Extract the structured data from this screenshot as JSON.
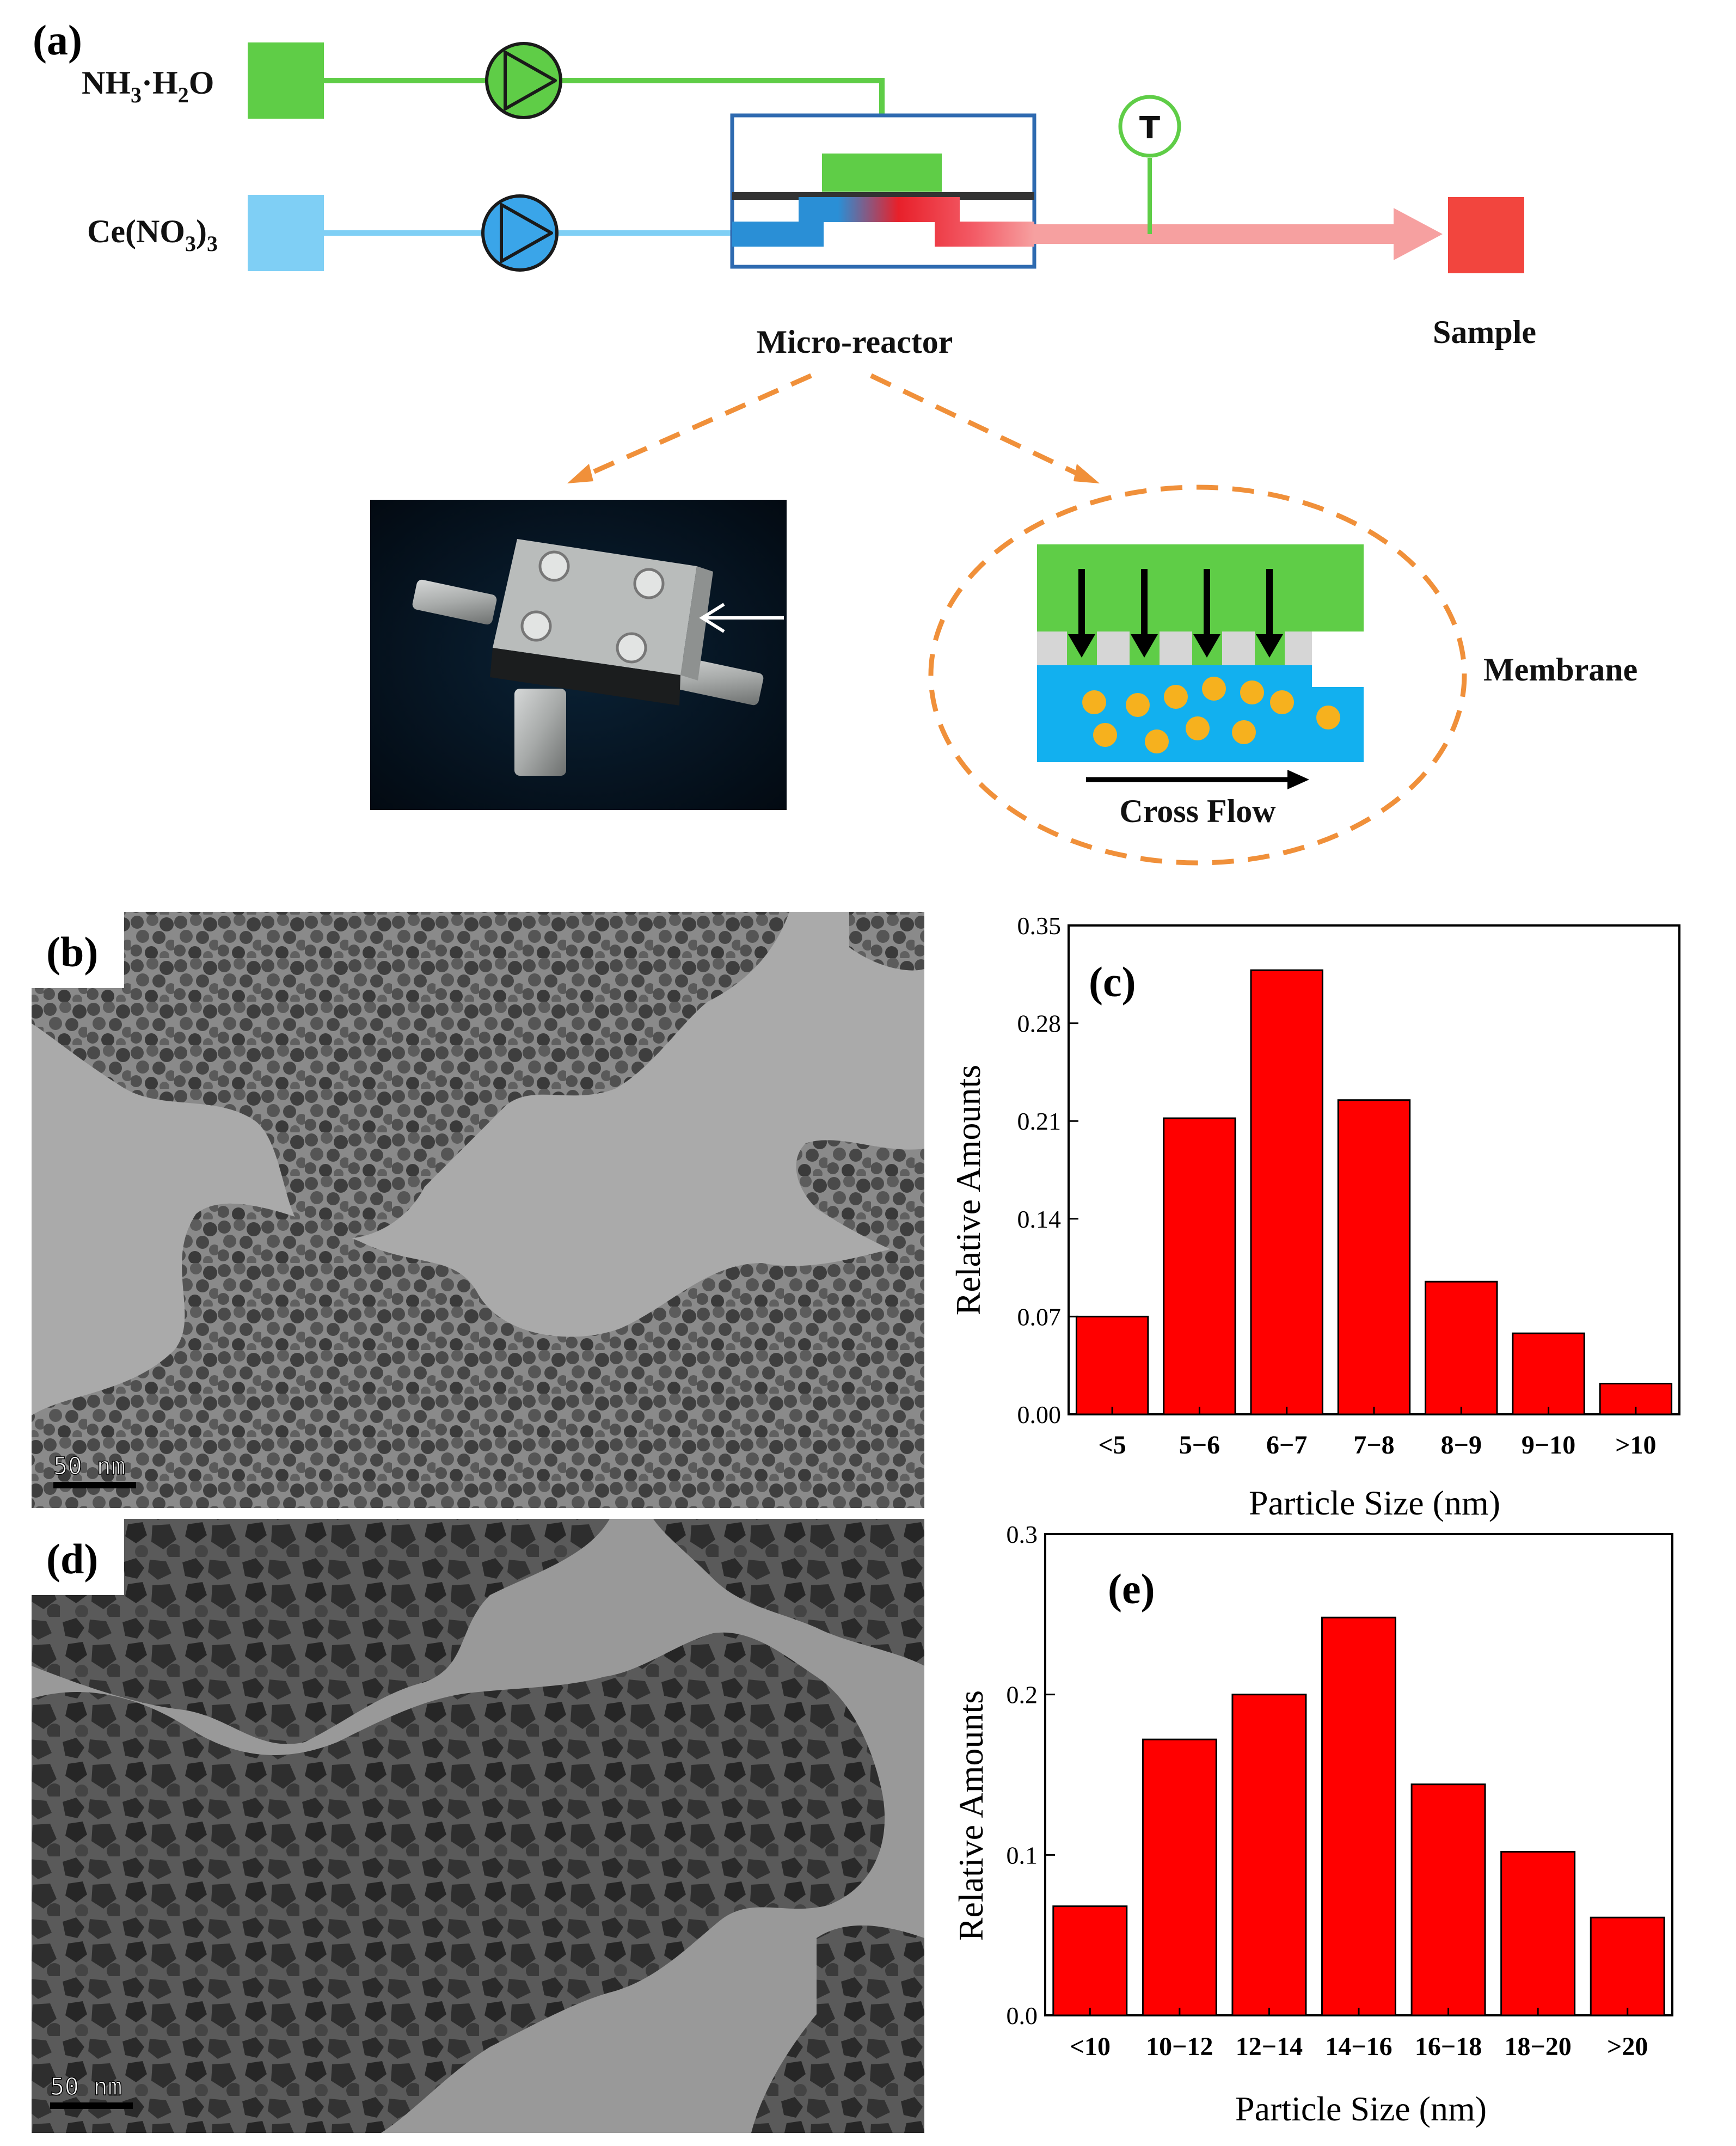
{
  "panel_a": {
    "label": "(a)",
    "inputs": {
      "nh3_main": "NH",
      "nh3_sub": "3",
      "nh3_mid": "·H",
      "nh3_sub2": "2",
      "nh3_end": "O",
      "ce_main": "Ce(NO",
      "ce_sub": "3",
      "ce_mid": ")",
      "ce_sub2": "3"
    },
    "temperature_label": "T",
    "reactor_label": "Micro-reactor",
    "sample_label": "Sample",
    "membrane_label": "Membrane",
    "crossflow_label": "Cross Flow",
    "colors": {
      "nh3_green": "#5fcd47",
      "ce_blue": "#7fcff5",
      "blue_dark": "#2a8fd6",
      "cyan_region": "#12b0ef",
      "sample_red": "#f2453e",
      "flow_pink": "#f6a0a0",
      "orange_dash": "#f0903a",
      "particle": "#f6b11e",
      "reactor_outline": "#2e6ab0"
    }
  },
  "panel_b": {
    "label": "(b)",
    "scalebar": "50 nm"
  },
  "panel_d": {
    "label": "(d)",
    "scalebar": "50 nm"
  },
  "panel_c": {
    "label": "(c)"
  },
  "panel_e": {
    "label": "(e)"
  },
  "chart_data": [
    {
      "id": "c",
      "type": "bar",
      "categories": [
        "<5",
        "5−6",
        "6−7",
        "7−8",
        "8−9",
        "9−10",
        ">10"
      ],
      "values": [
        0.07,
        0.212,
        0.318,
        0.225,
        0.095,
        0.058,
        0.022
      ],
      "xlabel": "Particle Size (nm)",
      "ylabel": "Relative Amounts",
      "ylim": [
        0,
        0.35
      ],
      "yticks": [
        "0.00",
        "0.07",
        "0.14",
        "0.21",
        "0.28",
        "0.35"
      ],
      "bar_color": "#ff0000",
      "grid": false
    },
    {
      "id": "e",
      "type": "bar",
      "categories": [
        "<10",
        "10−12",
        "12−14",
        "14−16",
        "16−18",
        "18−20",
        ">20"
      ],
      "values": [
        0.068,
        0.172,
        0.2,
        0.248,
        0.144,
        0.102,
        0.061
      ],
      "xlabel": "Particle Size (nm)",
      "ylabel": "Relative Amounts",
      "ylim": [
        0,
        0.3
      ],
      "yticks": [
        "0.0",
        "0.1",
        "0.2",
        "0.3"
      ],
      "bar_color": "#ff0000",
      "grid": false
    }
  ]
}
